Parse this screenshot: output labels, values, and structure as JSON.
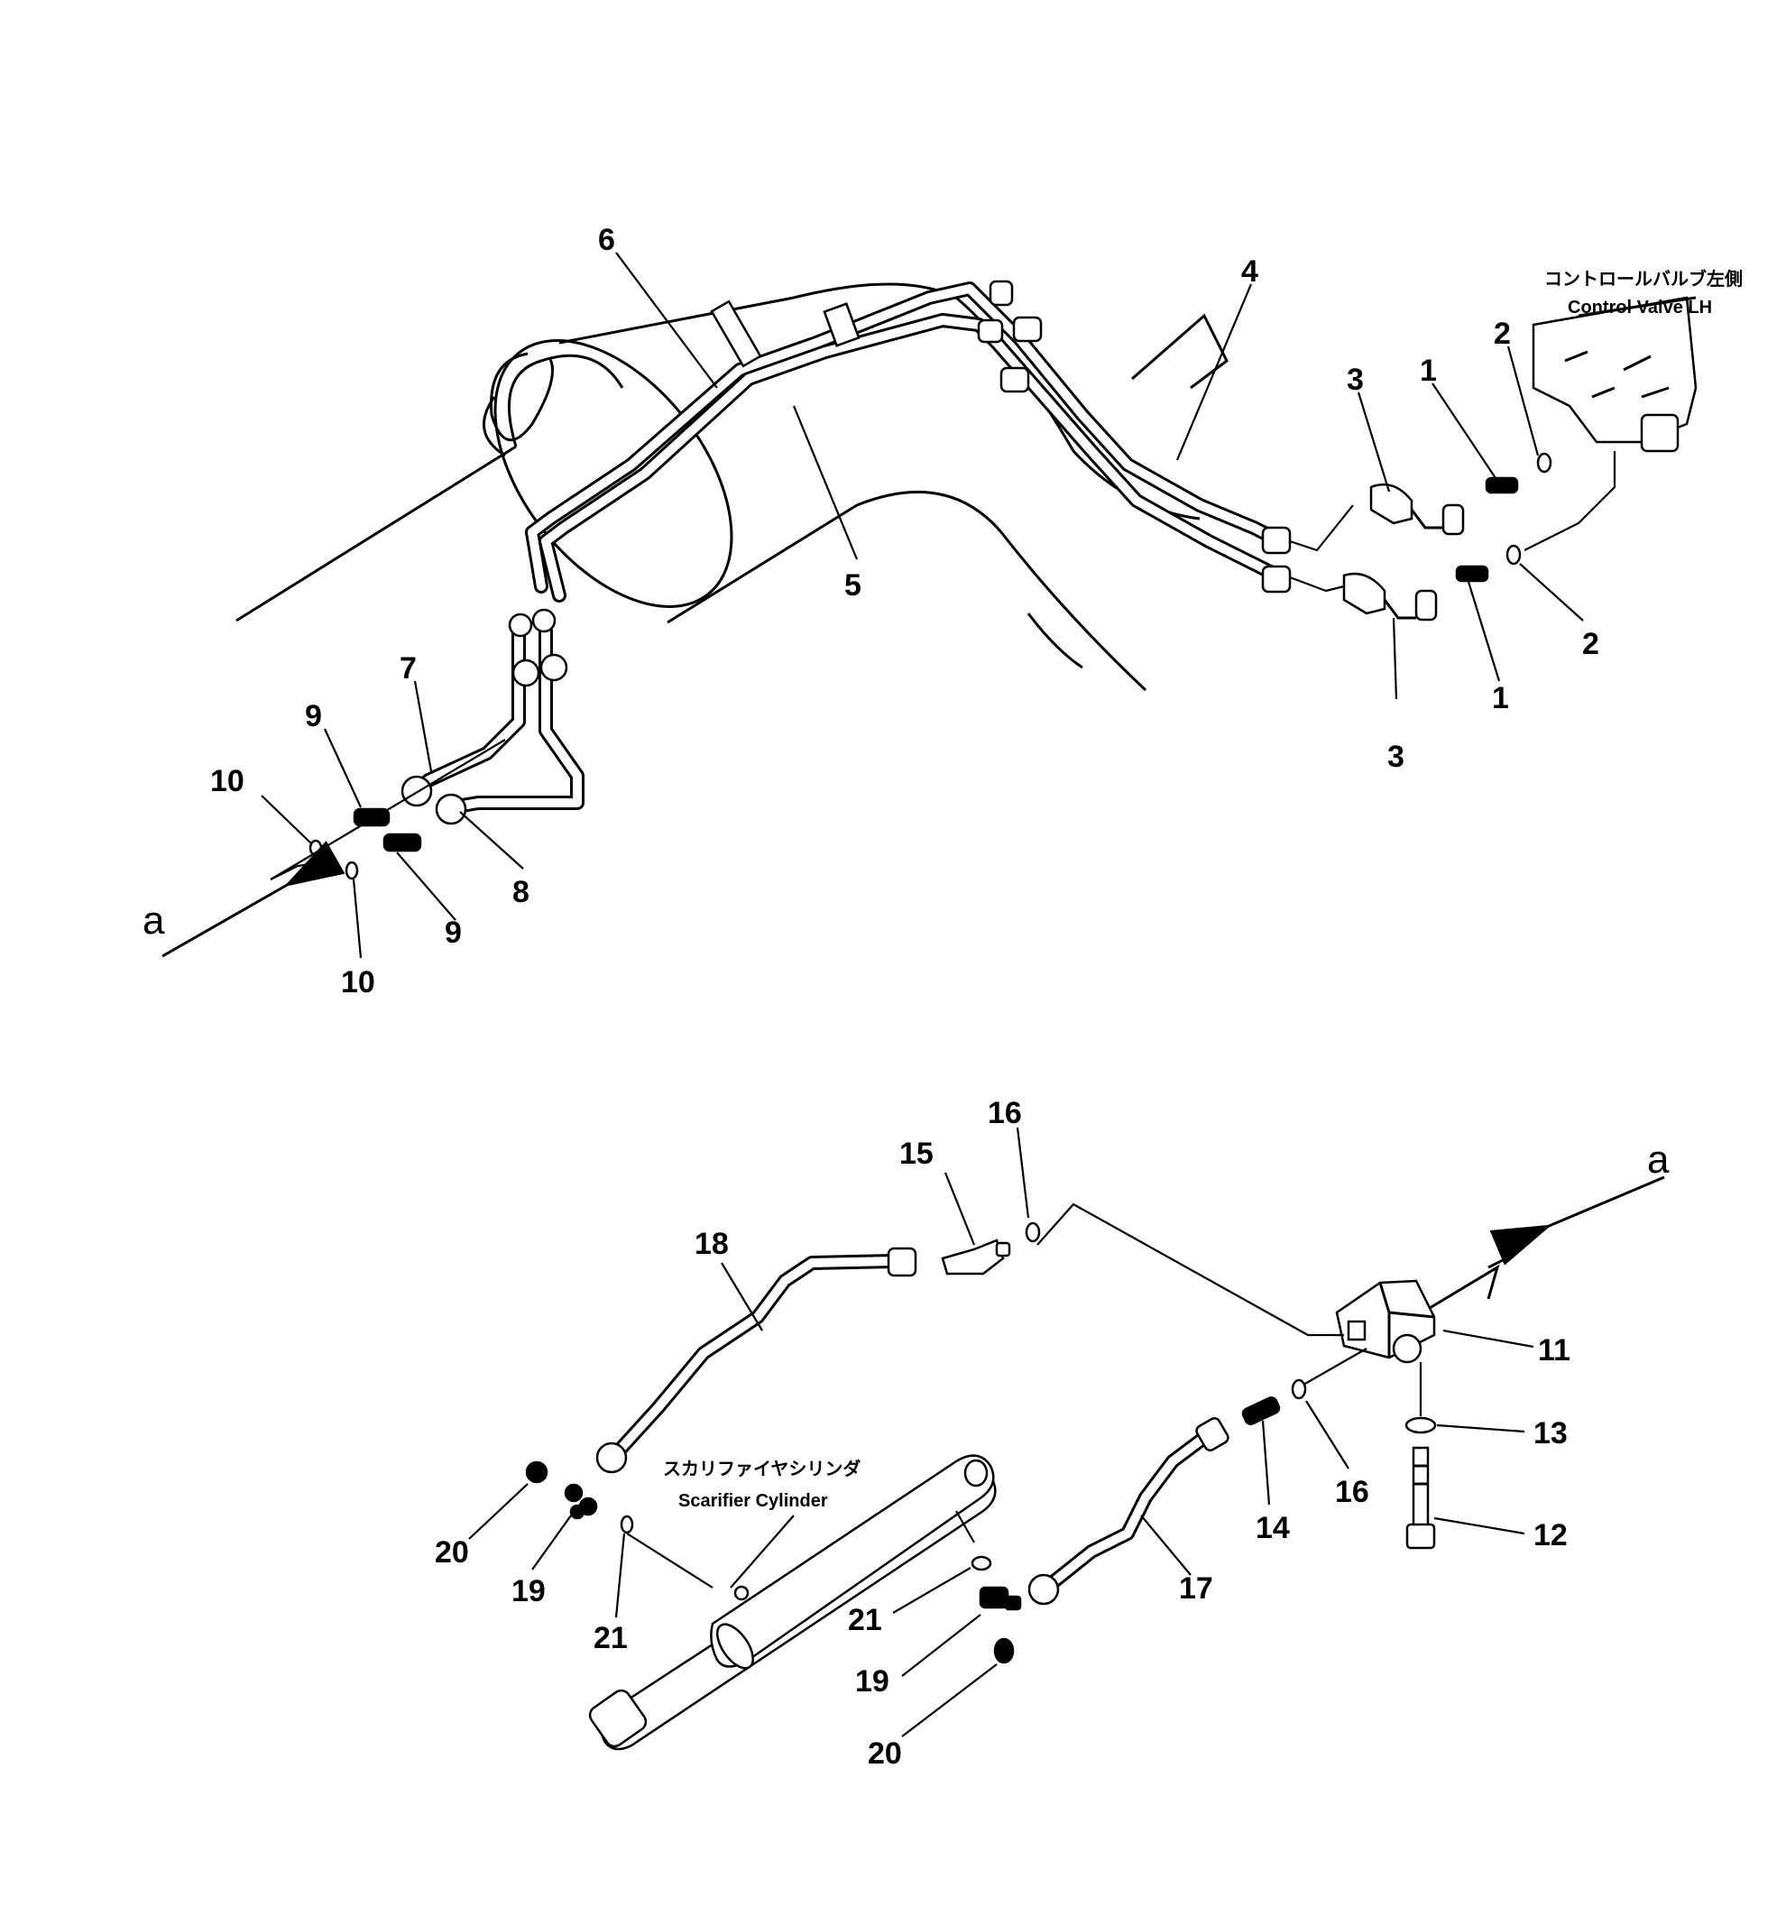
{
  "top_view": {
    "control_valve_label_jp": "コントロールバルブ左側",
    "control_valve_label_en": "Control Valve  LH",
    "arrow_label": "a",
    "callouts": {
      "c1a": "1",
      "c1b": "1",
      "c2a": "2",
      "c2b": "2",
      "c3a": "3",
      "c3b": "3",
      "c4": "4",
      "c5": "5",
      "c6": "6",
      "c7": "7",
      "c8": "8",
      "c9a": "9",
      "c9b": "9",
      "c10a": "10",
      "c10b": "10"
    }
  },
  "bottom_view": {
    "cylinder_label_jp": "スカリファイヤシリンダ",
    "cylinder_label_en": "Scarifier Cylinder",
    "arrow_label": "a",
    "callouts": {
      "c11": "11",
      "c12": "12",
      "c13": "13",
      "c14": "14",
      "c15": "15",
      "c16a": "16",
      "c16b": "16",
      "c17": "17",
      "c18": "18",
      "c19a": "19",
      "c19b": "19",
      "c20a": "20",
      "c20b": "20",
      "c21a": "21",
      "c21b": "21"
    }
  }
}
